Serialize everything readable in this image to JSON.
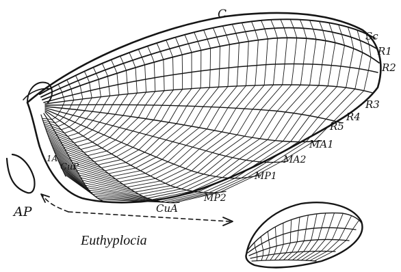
{
  "figure": {
    "caption": "Euthyplocia",
    "vein_labels": {
      "c": "C",
      "sc": "Sc",
      "r1": "R1",
      "r2": "R2",
      "r3": "R3",
      "r4": "R4",
      "r5": "R5",
      "ma1": "MA1",
      "ma2": "MA2",
      "mp1": "MP1",
      "mp2": "MP2",
      "cua": "CuA",
      "cup": "CuP",
      "a1": "1A",
      "ap": "AP"
    }
  }
}
